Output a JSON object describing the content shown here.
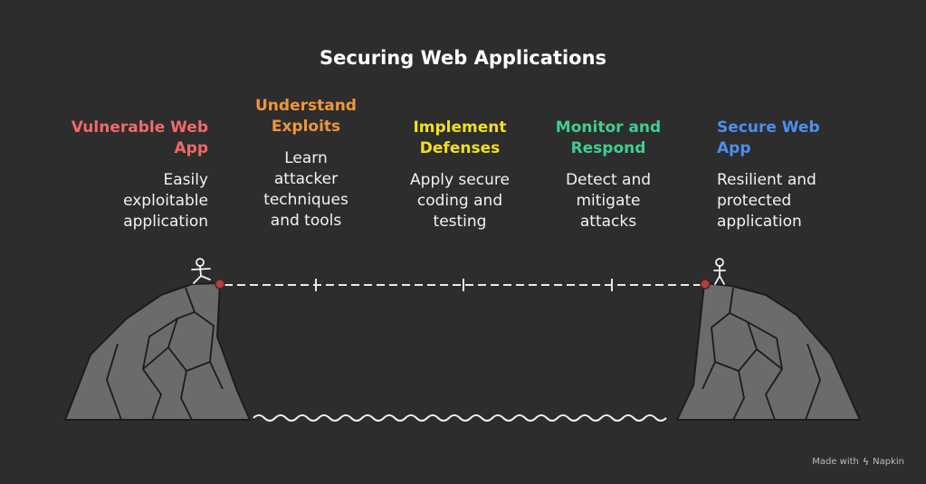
{
  "title": "Securing Web Applications",
  "colors": {
    "background": "#2d2d2d",
    "stage1": "#f06a6a",
    "stage2": "#f0963c",
    "stage3": "#f2e01e",
    "stage4": "#3ecf8e",
    "stage5": "#4d8ef0",
    "rock": "#6b6b6b"
  },
  "stages": [
    {
      "heading_line1": "Vulnerable Web",
      "heading_line2": "App",
      "desc_line1": "Easily",
      "desc_line2": "exploitable",
      "desc_line3": "application"
    },
    {
      "heading_line1": "Understand",
      "heading_line2": "Exploits",
      "desc_line1": "Learn",
      "desc_line2": "attacker",
      "desc_line3": "techniques",
      "desc_line4": "and tools"
    },
    {
      "heading_line1": "Implement",
      "heading_line2": "Defenses",
      "desc_line1": "Apply secure",
      "desc_line2": "coding and",
      "desc_line3": "testing"
    },
    {
      "heading_line1": "Monitor and",
      "heading_line2": "Respond",
      "desc_line1": "Detect and",
      "desc_line2": "mitigate",
      "desc_line3": "attacks"
    },
    {
      "heading_line1": "Secure Web",
      "heading_line2": "App",
      "desc_line1": "Resilient and",
      "desc_line2": "protected",
      "desc_line3": "application"
    }
  ],
  "icons": {
    "left_figure": "stick-figure-walking-icon",
    "right_figure": "stick-figure-standing-icon",
    "brand": "napkin-bolt-icon"
  },
  "footer": {
    "made_with": "Made with",
    "brand": "Napkin"
  }
}
